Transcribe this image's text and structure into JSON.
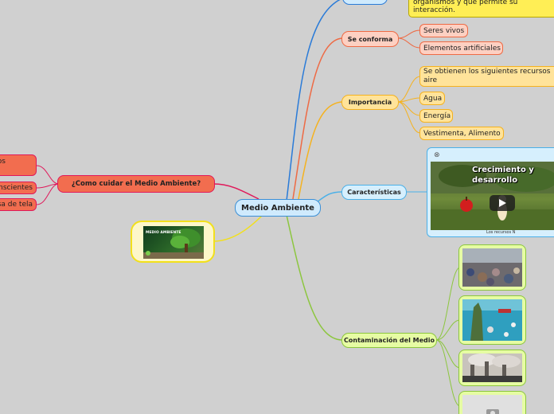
{
  "central": "Medio Ambiente",
  "care": {
    "title": "¿Como cuidar el Medio Ambiente?",
    "children": [
      "os",
      "onscientes",
      "sa de tela"
    ]
  },
  "definition": {
    "text_line1": "organismos y que permite su",
    "text_line2": "interacción."
  },
  "conforma": {
    "title": "Se conforma",
    "children": [
      "Seres vivos",
      "Elementos artificiales"
    ]
  },
  "importancia": {
    "title": "Importancia",
    "children": [
      "Se obtienen los siguientes recursos aire",
      "Agua",
      "Energía",
      "Vestimenta, Alimento"
    ],
    "first_line1": "Se obtienen los siguientes recursos",
    "first_line2": "aire"
  },
  "caracteristicas": {
    "title": "Características",
    "video_title_line1": "Crecimiento y",
    "video_title_line2": "desarrollo",
    "video_caption": "Los recursos N"
  },
  "contaminacion": {
    "title": "Contaminación del Medio"
  },
  "image_label": "MEDIO AMBIENTE",
  "colors": {
    "background": "#d0d0d0",
    "center_fill": "#cfeafd",
    "center_border": "#3a8fd6",
    "care_fill": "#f26d4f",
    "care_border": "#e0185a",
    "definition_fill": "#ffee55",
    "conforma_fill": "#fdd0c2",
    "conforma_border": "#ee6a44",
    "importancia_fill": "#ffe39a",
    "importancia_border": "#f5b21f",
    "caracteristicas_fill": "#d6effd",
    "caracteristicas_border": "#4ab0e8",
    "contaminacion_fill": "#e6fca3",
    "contaminacion_border": "#8cc63e",
    "image_border": "#f2e01b"
  }
}
